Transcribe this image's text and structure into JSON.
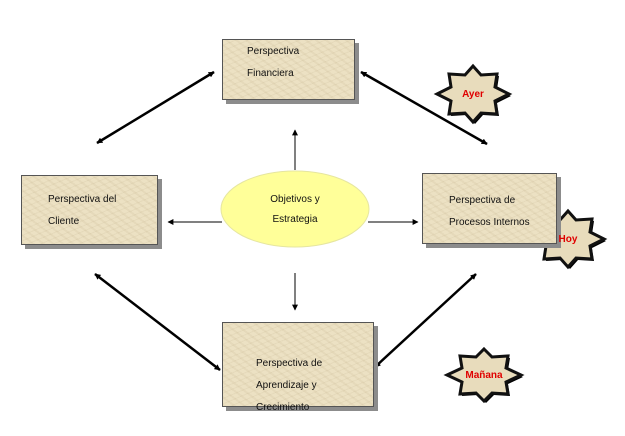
{
  "perspectives": {
    "financial": {
      "line1": "Perspectiva",
      "line2": "Financiera"
    },
    "customer": {
      "line1": "Perspectiva del",
      "line2": "Cliente"
    },
    "internal": {
      "line1": "Perspectiva de",
      "line2": "Procesos Internos"
    },
    "learning": {
      "line1": "Perspectiva de",
      "line2": "Aprendizaje y",
      "line3": "Crecimiento"
    }
  },
  "center": {
    "line1": "Objetivos y",
    "line2": "Estrategia"
  },
  "stars": {
    "yesterday": "Ayer",
    "today": "Hoy",
    "tomorrow": "Mañana"
  },
  "colors": {
    "box_fill": "#ece1c3",
    "ellipse_fill": "#ffff99",
    "star_fill": "#e8dcbc",
    "star_text": "#e00000"
  }
}
